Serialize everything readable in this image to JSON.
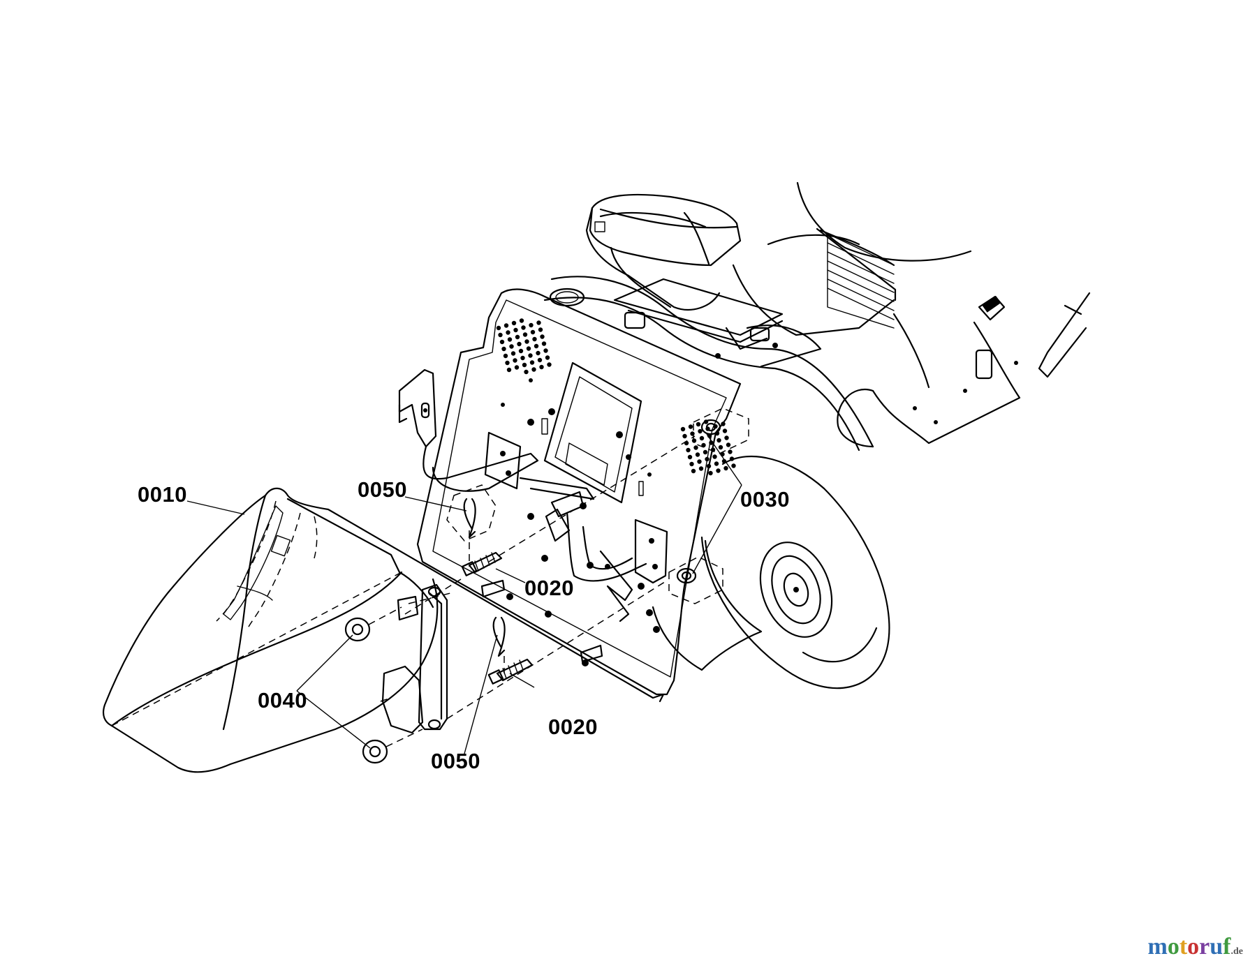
{
  "callouts": [
    {
      "id": "c1",
      "text": "0010"
    },
    {
      "id": "c2",
      "text": "0050"
    },
    {
      "id": "c3",
      "text": "0020"
    },
    {
      "id": "c4",
      "text": "0030"
    },
    {
      "id": "c5",
      "text": "0040"
    },
    {
      "id": "c6",
      "text": "0050"
    },
    {
      "id": "c7",
      "text": "0020"
    }
  ],
  "watermark": {
    "letters": [
      "m",
      "o",
      "t",
      "o",
      "r",
      "u",
      "f"
    ],
    "suffix": ".de",
    "colors": [
      "#2f6fb5",
      "#3f9a3f",
      "#e0a021",
      "#c83232",
      "#7a3fa0",
      "#2f6fb5",
      "#3f9a3f"
    ]
  }
}
